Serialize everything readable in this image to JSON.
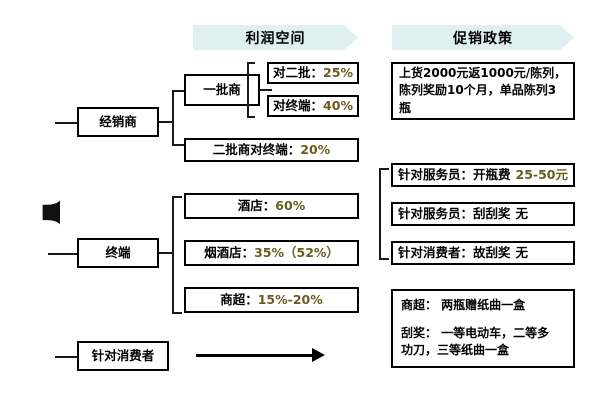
{
  "banners": [
    {
      "label": "利润空间",
      "color": "#dff0f0"
    },
    {
      "label": "促销政策",
      "color": "#dff0f0"
    }
  ],
  "left_column": [
    {
      "label": "经销商"
    },
    {
      "label": "终端"
    },
    {
      "label": "针对消费者"
    }
  ],
  "middle_column": {
    "dealer": {
      "primary": "一批商",
      "margins": [
        {
          "label": "对二批：",
          "value": "25%"
        },
        {
          "label": "对终端：",
          "value": "40%"
        }
      ],
      "secondary": {
        "label": "二批商对终端：",
        "value": "20%"
      }
    },
    "terminal": [
      {
        "label": "酒店：",
        "value": "60%"
      },
      {
        "label": "烟酒店：",
        "value": "35%（52%）"
      },
      {
        "label": "商超：",
        "value": "15%-20%"
      }
    ]
  },
  "right_column": {
    "dealer_policy": {
      "lines": [
        "上货2000元返1000元/陈列，",
        "陈列奖励10个月，单品陈列3",
        "瓶"
      ]
    },
    "terminal_policies": [
      {
        "label": "针对服务员：开瓶费",
        "value": "25-50元"
      },
      {
        "label": "针对服务员：刮刮奖",
        "value": "无"
      },
      {
        "label": "针对消费者：故刮奖",
        "value": "无"
      }
    ],
    "consumer_policy": {
      "lines": [
        "商超：  两瓶赠纸曲一盒",
        "",
        "刮奖：  一等电动车，二等多",
        "功刀，三等纸曲一盒"
      ]
    }
  },
  "icons": {
    "left_brace": "{",
    "consumer_arrow": "arrow-right-icon"
  }
}
